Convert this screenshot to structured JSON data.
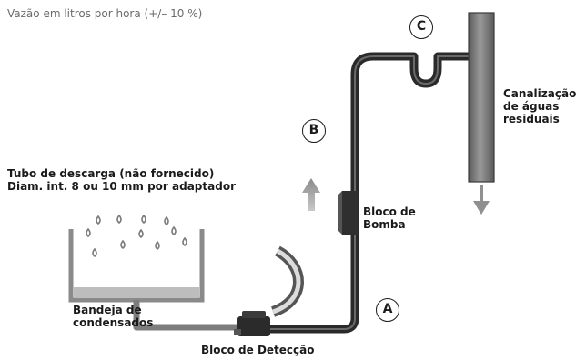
{
  "header": {
    "text": "Vazão em litros por hora (+/– 10 %)"
  },
  "labels": {
    "discharge_tube": [
      "Tubo de descarga (não fornecido)",
      "Diam. int. 8 ou 10 mm por adaptador"
    ],
    "tray": [
      "Bandeja de",
      "condensados"
    ],
    "detection_block": "Bloco de Detecção",
    "pump_block": [
      "Bloco de",
      "Bomba"
    ],
    "drain": [
      "Canalização",
      "de águas",
      "residuais"
    ]
  },
  "markers": {
    "a": "A",
    "b": "B",
    "c": "C"
  },
  "colors": {
    "pipe": "#2a2a2a",
    "arrow": "#a0a0a0",
    "tray": "#777777",
    "drain_pipe": "#8a8a8a"
  }
}
